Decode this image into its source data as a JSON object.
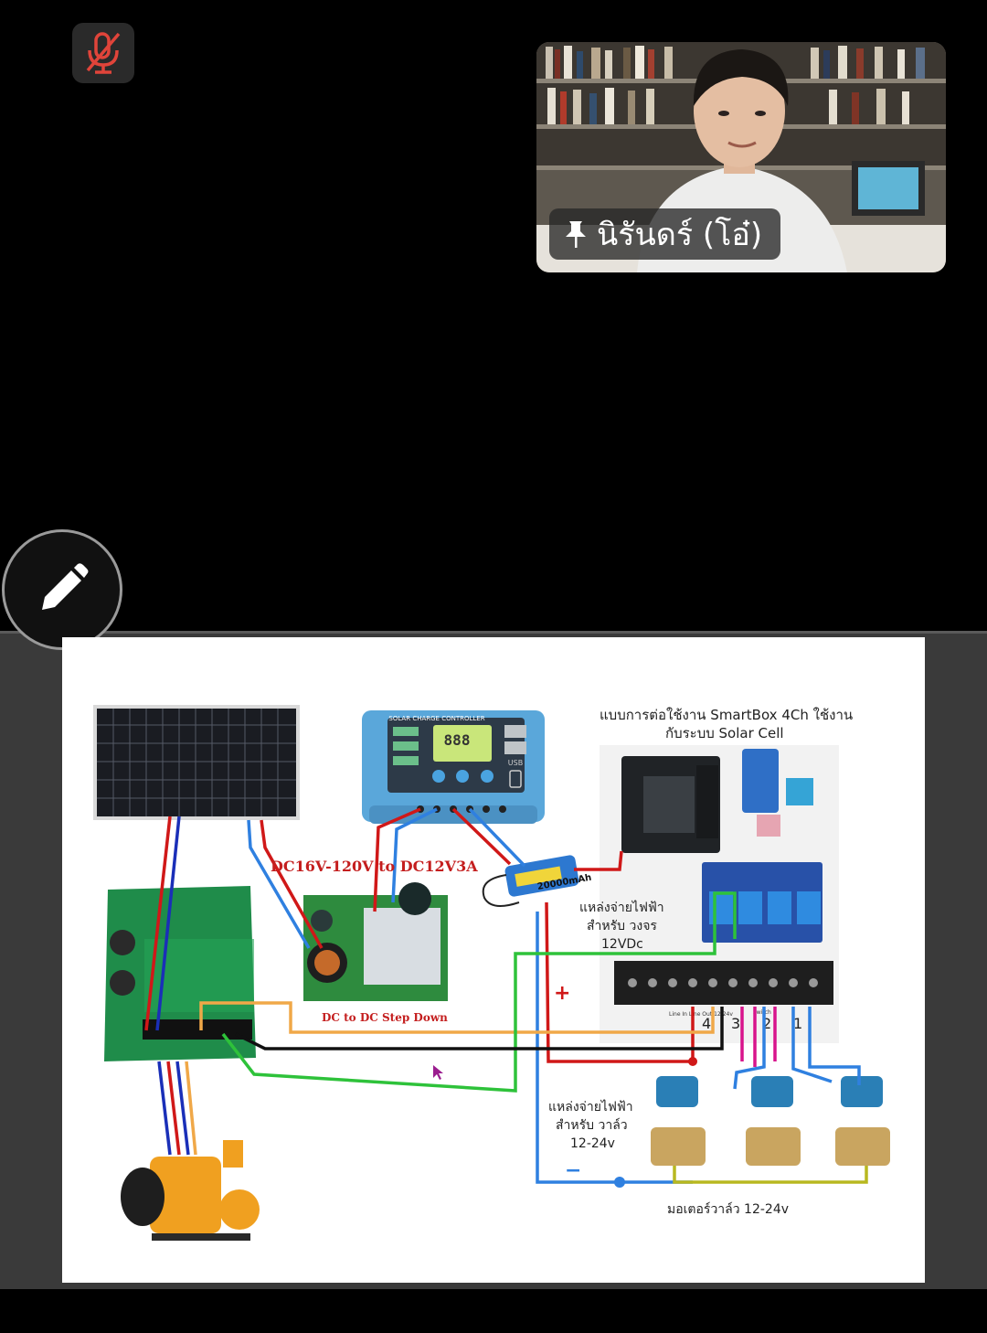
{
  "participant": {
    "name": "นิรันดร์ (โอ๋)",
    "pin_icon": "pin-icon",
    "mic_state": "muted",
    "mic_icon": "mic-off-icon"
  },
  "tools": {
    "annotate_icon": "pencil-icon"
  },
  "diagram": {
    "title_line1": "แบบการต่อใช้งาน SmartBox 4Ch ใช้งาน",
    "title_line2": "กับระบบ Solar Cell",
    "dc_range_label": "DC16V-120V to DC12V3A",
    "step_down_label": "DC to DC Step Down",
    "controller_label": "SOLAR CHARGE CONTROLLER",
    "controller_display": "888",
    "controller_usb": "USB",
    "battery_label": "20000mAh",
    "circuit_supply_line1": "แหล่งจ่ายไฟฟ้า",
    "circuit_supply_line2": "สำหรับ วงจร",
    "circuit_supply_line3": "12VDc",
    "valve_supply_line1": "แหล่งจ่ายไฟฟ้า",
    "valve_supply_line2": "สำหรับ วาล์ว",
    "valve_supply_line3": "12-24v",
    "valve_motor_label": "มอเตอร์วาล์ว 12-24v",
    "plus_sign": "+",
    "minus_sign": "−",
    "terminal_numbers": [
      "4",
      "3",
      "2",
      "1"
    ],
    "terminal_text": "Line In Line Out 12/24v",
    "switch_label": "Switch"
  }
}
